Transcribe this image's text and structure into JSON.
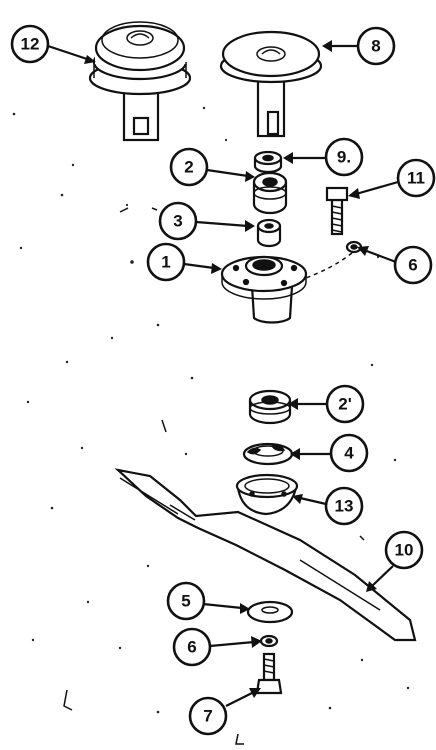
{
  "callouts": {
    "c1": "1",
    "c2a": "2",
    "c2b": "2'",
    "c3": "3",
    "c4": "4",
    "c5": "5",
    "c6a": "6",
    "c6b": "6",
    "c7": "7",
    "c8": "8",
    "c9": "9.",
    "c10": "10",
    "c11": "11",
    "c12": "12",
    "c13": "13"
  },
  "parts": [
    {
      "number": "12",
      "part": "double-pulley"
    },
    {
      "number": "8",
      "part": "single-pulley"
    },
    {
      "number": "9",
      "part": "spacer"
    },
    {
      "number": "11",
      "part": "bolt"
    },
    {
      "number": "2",
      "part": "bearing"
    },
    {
      "number": "3",
      "part": "bushing"
    },
    {
      "number": "6",
      "part": "lock-washer"
    },
    {
      "number": "1",
      "part": "spindle-housing"
    },
    {
      "number": "4",
      "part": "spring-washer"
    },
    {
      "number": "13",
      "part": "blade-cup"
    },
    {
      "number": "10",
      "part": "blade"
    },
    {
      "number": "5",
      "part": "washer"
    },
    {
      "number": "7",
      "part": "blade-bolt"
    }
  ]
}
